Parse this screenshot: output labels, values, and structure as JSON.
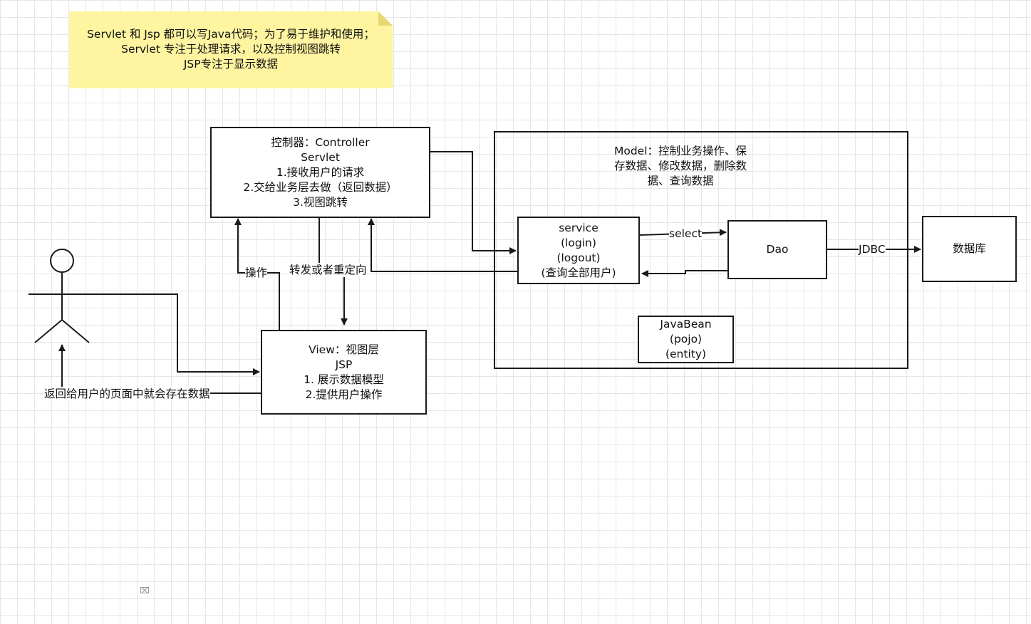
{
  "note": {
    "lines": [
      "Servlet 和 Jsp  都可以写Java代码；为了易于维护和使用；",
      "Servlet 专注于处理请求，以及控制视图跳转",
      "JSP专注于显示数据"
    ]
  },
  "controller": {
    "lines": [
      "控制器：Controller",
      "Servlet",
      "1.接收用户的请求",
      "2.交给业务层去做（返回数据）",
      "3.视图跳转"
    ]
  },
  "view": {
    "lines": [
      "View：视图层",
      "JSP",
      "1. 展示数据模型",
      "2.提供用户操作"
    ]
  },
  "model": {
    "lines": [
      "Model：控制业务操作、保",
      "存数据、修改数据，删除数",
      "据、查询数据"
    ]
  },
  "service": {
    "lines": [
      "service",
      "(login)",
      "(logout)",
      "(查询全部用户)"
    ]
  },
  "dao": {
    "label": "Dao"
  },
  "database": {
    "label": "数据库"
  },
  "javabean": {
    "lines": [
      "JavaBean",
      "(pojo)",
      "(entity)"
    ]
  },
  "edges": {
    "select": "select",
    "jdbc": "JDBC",
    "operate": "操作",
    "forward": "转发或者重定向",
    "return": "返回给用户的页面中就会存在数据"
  },
  "colors": {
    "note_bg": "#fff5a0",
    "stroke": "#1a1a1a",
    "grid": "#e6e6e6"
  }
}
